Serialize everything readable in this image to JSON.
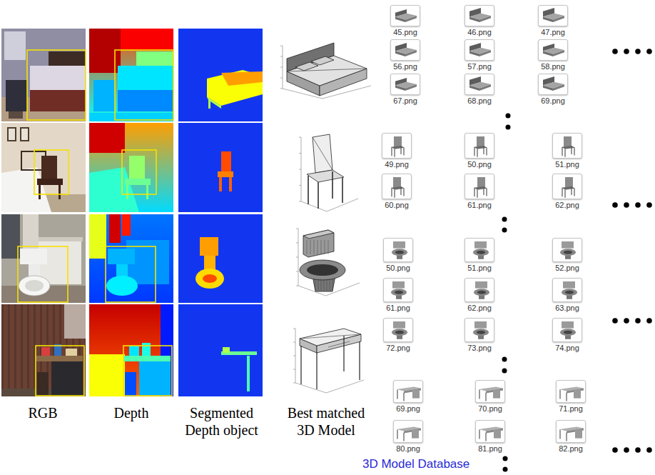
{
  "diagram": {
    "nodes": [
      {
        "text": [
          "45.png"
        ]
      },
      {
        "text": [
          "46.png"
        ]
      },
      {
        "text": [
          "47.png"
        ]
      },
      {
        "text": [
          "56.png"
        ]
      },
      {
        "text": [
          "57.png"
        ]
      },
      {
        "text": [
          "58.png"
        ]
      },
      {
        "text": [
          "67.png"
        ]
      },
      {
        "text": [
          "68.png"
        ]
      },
      {
        "text": [
          "69.png"
        ]
      },
      {
        "text": [
          "49.png"
        ]
      },
      {
        "text": [
          "50.png"
        ]
      },
      {
        "text": [
          "51.png"
        ]
      },
      {
        "text": [
          "60.png"
        ]
      },
      {
        "text": [
          "61.png"
        ]
      },
      {
        "text": [
          "62.png"
        ]
      },
      {
        "text": [
          "50.png"
        ]
      },
      {
        "text": [
          "51.png"
        ]
      },
      {
        "text": [
          "52.png"
        ]
      },
      {
        "text": [
          "61.png"
        ]
      },
      {
        "text": [
          "62.png"
        ]
      },
      {
        "text": [
          "63.png"
        ]
      },
      {
        "text": [
          "72.png"
        ]
      },
      {
        "text": [
          "73.png"
        ]
      },
      {
        "text": [
          "74.png"
        ]
      },
      {
        "text": [
          "69.png"
        ]
      },
      {
        "text": [
          "70.png"
        ]
      },
      {
        "text": [
          "71.png"
        ]
      },
      {
        "text": [
          "80.png"
        ]
      },
      {
        "text": [
          "81.png"
        ]
      },
      {
        "text": [
          "82.png"
        ]
      }
    ],
    "labels": [
      "RGB",
      "Depth",
      "Segmented Depth object",
      "Best matched 3D Model",
      "3D Model Database"
    ]
  }
}
